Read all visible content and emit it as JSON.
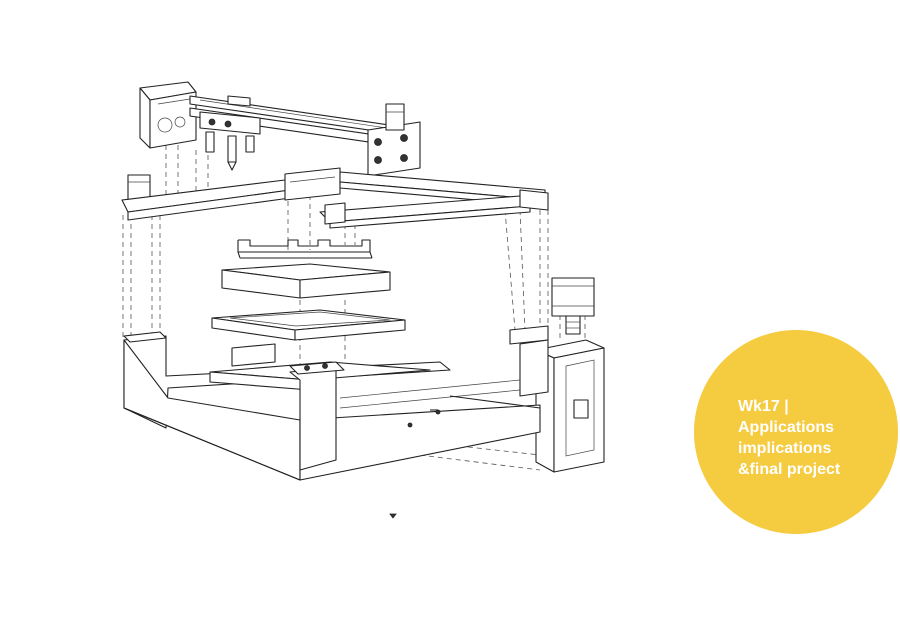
{
  "badge": {
    "color": "#F5CB40",
    "lines": [
      "Wk17 |",
      "Applications",
      "implications",
      "&final project"
    ]
  },
  "drawing": {
    "subject": "exploded-view machine assembly line drawing",
    "icon": "cursor-mark-icon"
  }
}
